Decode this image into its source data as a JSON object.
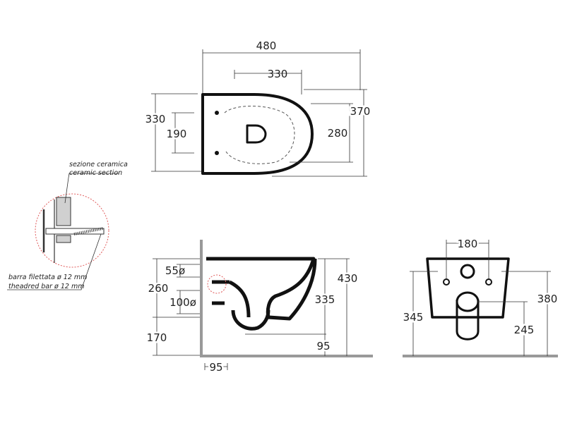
{
  "top_view": {
    "width_total": "480",
    "width_inner": "330",
    "depth_left": "330",
    "fixing_spacing": "190",
    "depth_inner": "280",
    "depth_total": "370"
  },
  "side_view": {
    "outlet_55": "55ø",
    "height_260": "260",
    "inlet_100": "100ø",
    "height_170": "170",
    "height_335": "335",
    "height_430": "430",
    "offset_95": "95",
    "wall_95": "95"
  },
  "front_view": {
    "width_180": "180",
    "height_345": "345",
    "height_380": "380",
    "height_245": "245"
  },
  "detail": {
    "section_it": "sezione ceramica",
    "section_en": "ceramic section",
    "bar_it": "barra filettata ø 12 mm",
    "bar_en": "theadred bar ø 12 mm"
  },
  "colors": {
    "line": "#111111",
    "dim": "#333333",
    "detail_circle": "#e05a5a",
    "ceramic": "#d0d0d0"
  }
}
